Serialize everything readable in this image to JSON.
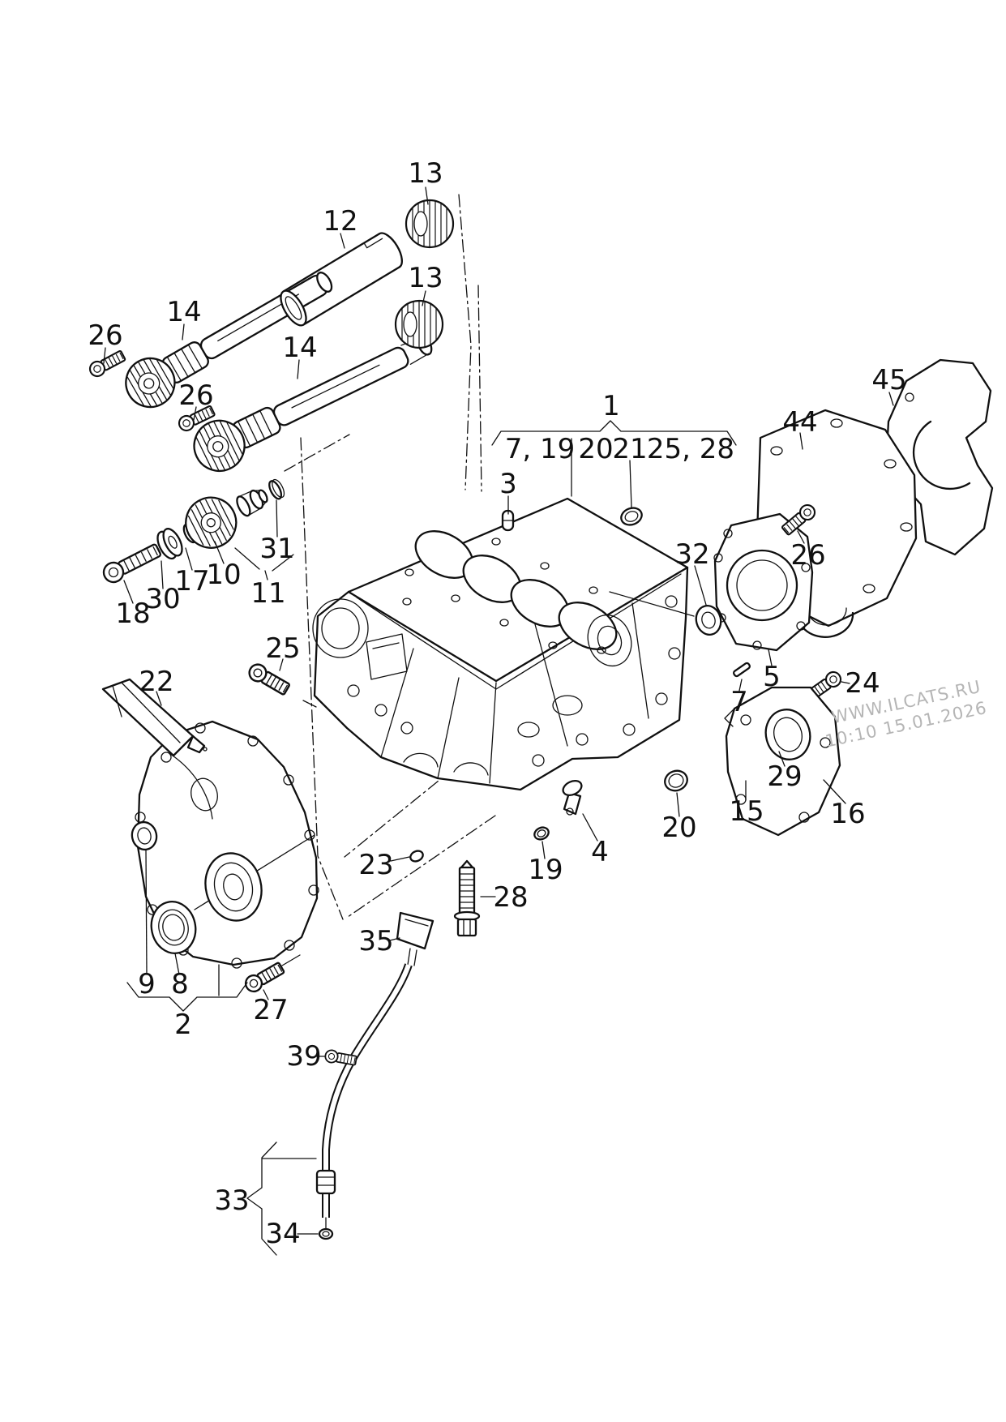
{
  "background": "#ffffff",
  "ink": "#101010",
  "watermark": {
    "site": "WWW.ILCATS.RU",
    "timestamp": "10:10 15.01.2026",
    "color": "#b5b5b5"
  },
  "assembly_bracket": {
    "main": "1",
    "groups": [
      "7, 19",
      "20",
      "21",
      "25, 28"
    ]
  },
  "callouts": {
    "bearing_top": "13",
    "shaft_sleeve": "12",
    "bearing_mid": "13",
    "balance_shaft_upper": "14",
    "bolt_upper": "26",
    "balance_shaft_lower": "14",
    "bolt_lower": "26",
    "end_plate": "45",
    "gasket_plate": "44",
    "dowel": "3",
    "core_plug_top": "21",
    "seal_grommet": "32",
    "bolt_flange": "26",
    "circlip": "31",
    "washer_inner": "17",
    "gear": "10",
    "gear_group": "11",
    "washer_outer": "30",
    "gear_bolt": "18",
    "cover_bolt_upper": "25",
    "sealant": "22",
    "rear_flange": "5",
    "flange_bolt": "24",
    "dowel_pin": "7",
    "plug_bolt": "29",
    "knurl_plug": "15",
    "small_cover": "16",
    "core_plug_bottom": "20",
    "plug_small": "23",
    "oil_jet": "4",
    "seal_ring": "19",
    "block_bolt": "28",
    "funnel": "35",
    "seal_small": "9",
    "seal_large": "8",
    "cover_group": "2",
    "cover_bolt_lower": "27",
    "tube_bolt": "39",
    "dipstick_tube": "33",
    "tube_ring": "34"
  }
}
